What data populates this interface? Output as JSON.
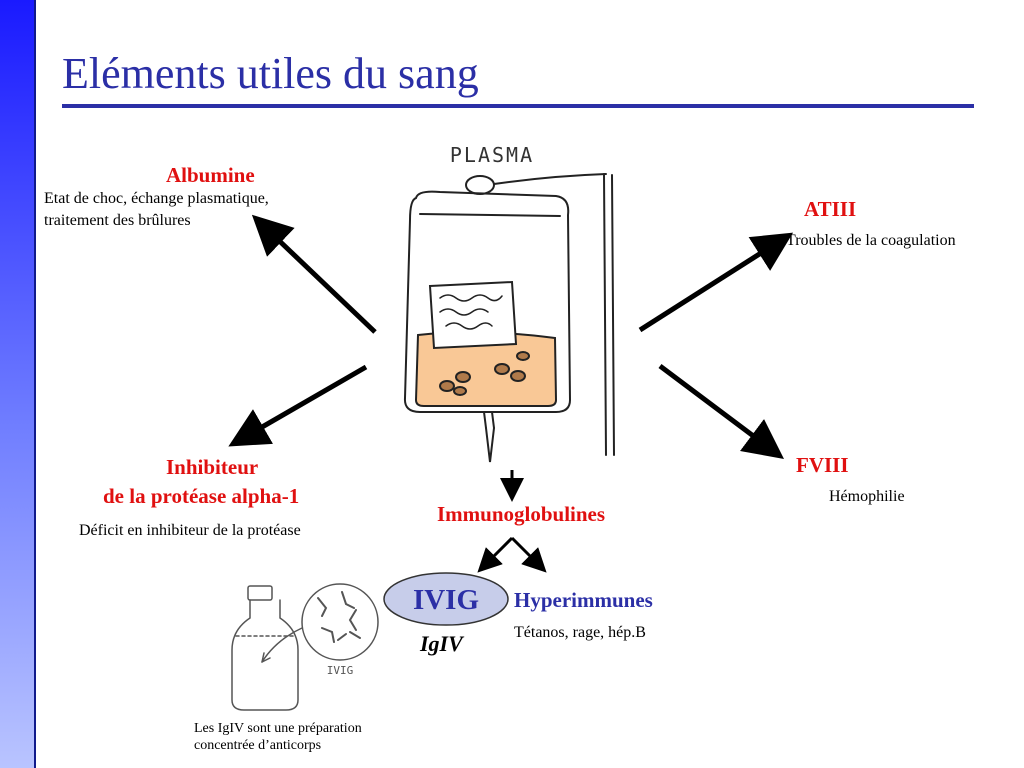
{
  "slide": {
    "title": "Eléments utiles du sang"
  },
  "center": {
    "bag_label": "PLASMA"
  },
  "albumine": {
    "name": "Albumine",
    "desc_line1": "Etat de choc, échange plasmatique,",
    "desc_line2": "traitement des brûlures"
  },
  "atiii": {
    "name": "ATIII",
    "desc": "Troubles de la coagulation"
  },
  "inhibiteur": {
    "name_line1": "Inhibiteur",
    "name_line2": "de la protéase alpha-1",
    "desc": "Déficit en inhibiteur de la protéase"
  },
  "fviii": {
    "name": "FVIII",
    "desc": "Hémophilie"
  },
  "immunoglobulines": {
    "name": "Immunoglobulines"
  },
  "ivig": {
    "badge": "IVIG",
    "subtitle": "IgIV",
    "micro_label": "IVIG"
  },
  "hyperimmunes": {
    "name": "Hyperimmunes",
    "desc": "Tétanos, rage, hép.B"
  },
  "footnote": {
    "line1": "Les IgIV sont une préparation",
    "line2": "concentrée d’anticorps"
  },
  "colors": {
    "title_blue": "#2b2fa6",
    "label_red": "#e01010",
    "bag_fill": "#f9c896",
    "badge_fill": "#c7cdea"
  }
}
